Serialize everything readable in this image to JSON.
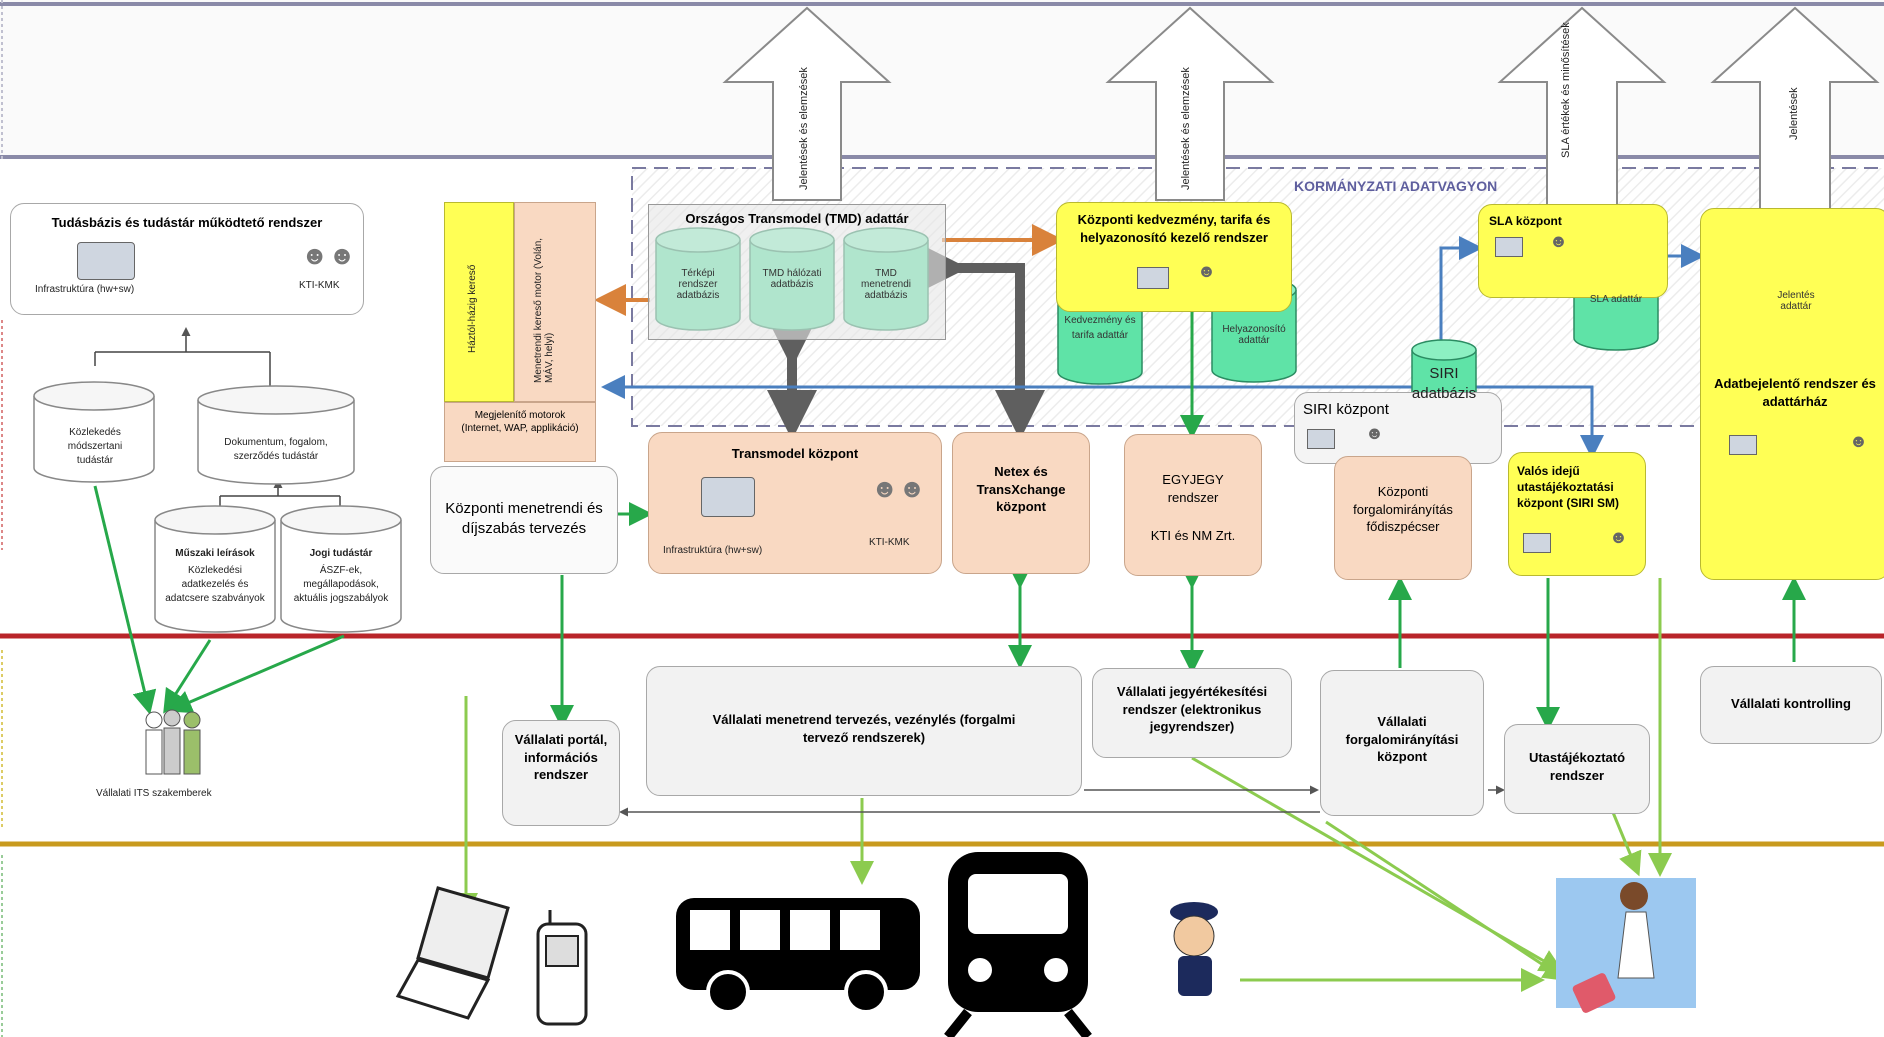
{
  "colors": {
    "green_arrow": "#27a84a",
    "light_green_arrow": "#8ccb4f",
    "blue_arrow": "#4a7fbf",
    "orange_arrow": "#d9823b",
    "gray_arrow": "#5f5f5f",
    "yellow_box": "#ffff55",
    "peach_box": "#f9d9c2",
    "db_cylinder": "#5fe3a7",
    "red_band": "#b9252a",
    "gold_band": "#c89a1e"
  },
  "region": {
    "title": "KORMÁNYZATI ADATVAGYON"
  },
  "upward_arrows": [
    "Jelentések és elemzések",
    "Jelentések és elemzések",
    "SLA értékek és minősítések",
    "Jelentések"
  ],
  "knowledge": {
    "title": "Tudásbázis és tudástár működtető rendszer",
    "infra": "Infrastruktúra (hw+sw)",
    "kti": "KTI-KMK",
    "db1": "Közlekedés módszertani tudástár",
    "db2": "Dokumentum, fogalom, szerződés tudástár",
    "db3_title": "Műszaki leírások",
    "db3_text": "Közlekedési adatkezelés és adatcsere szabványok",
    "db4_title": "Jogi tudástár",
    "db4_text": "ÁSZF-ek, megállapodások, aktuális jogszabályok",
    "experts": "Vállalati ITS szakemberek"
  },
  "search": {
    "door": "Háztól-házig kereső",
    "engine": "Menetrendi kereső motor (Volán, MÁV, helyi)",
    "display": "Megjelenítő motorok (Internet, WAP, applikáció)"
  },
  "tmd": {
    "title": "Országos Transmodel (TMD) adattár",
    "db1": "Térképi rendszer adatbázis",
    "db2": "TMD hálózati adatbázis",
    "db3": "TMD menetrendi adatbázis"
  },
  "tariff": {
    "title": "Központi kedvezmény, tarifa és helyazonosító kezelő rendszer",
    "db1": "Kedvezmény és tarifa adattár",
    "db2": "Helyazonosító adattár"
  },
  "sla": {
    "title": "SLA központ",
    "db": "SLA adattár"
  },
  "siri_db": "SIRI adatbázis",
  "siri": "SIRI központ",
  "report": {
    "db": "Jelentés adattár",
    "title": "Adatbejelentő rendszer és adattárház"
  },
  "central_planning": "Központi menetrendi és díjszabás tervezés",
  "transmodel": {
    "title": "Transmodel központ",
    "infra": "Infrastruktúra (hw+sw)",
    "kti": "KTI-KMK"
  },
  "netex": "Netex és TransXchange központ",
  "egyjegy": {
    "line1": "EGYJEGY rendszer",
    "line2": "KTI és NM Zrt."
  },
  "dispatcher": "Központi forgalomirányítás fődiszpécser",
  "realtime": "Valós idejű utastájékoztatási központ (SIRI SM)",
  "company": {
    "portal": "Vállalati portál, információs rendszer",
    "planning": "Vállalati menetrend tervezés, vezénylés (forgalmi tervező rendszerek)",
    "ticketing": "Vállalati jegyértékesítési rendszer (elektronikus jegyrendszer)",
    "traffic": "Vállalati forgalomirányítási központ",
    "passenger": "Utastájékoztató rendszer",
    "controlling": "Vállalati kontrolling"
  },
  "icons": [
    "server-icon",
    "people-icon",
    "database-icon",
    "laptop-icon",
    "phone-icon",
    "bus-icon",
    "train-icon",
    "conductor-icon",
    "traveler-icon"
  ]
}
